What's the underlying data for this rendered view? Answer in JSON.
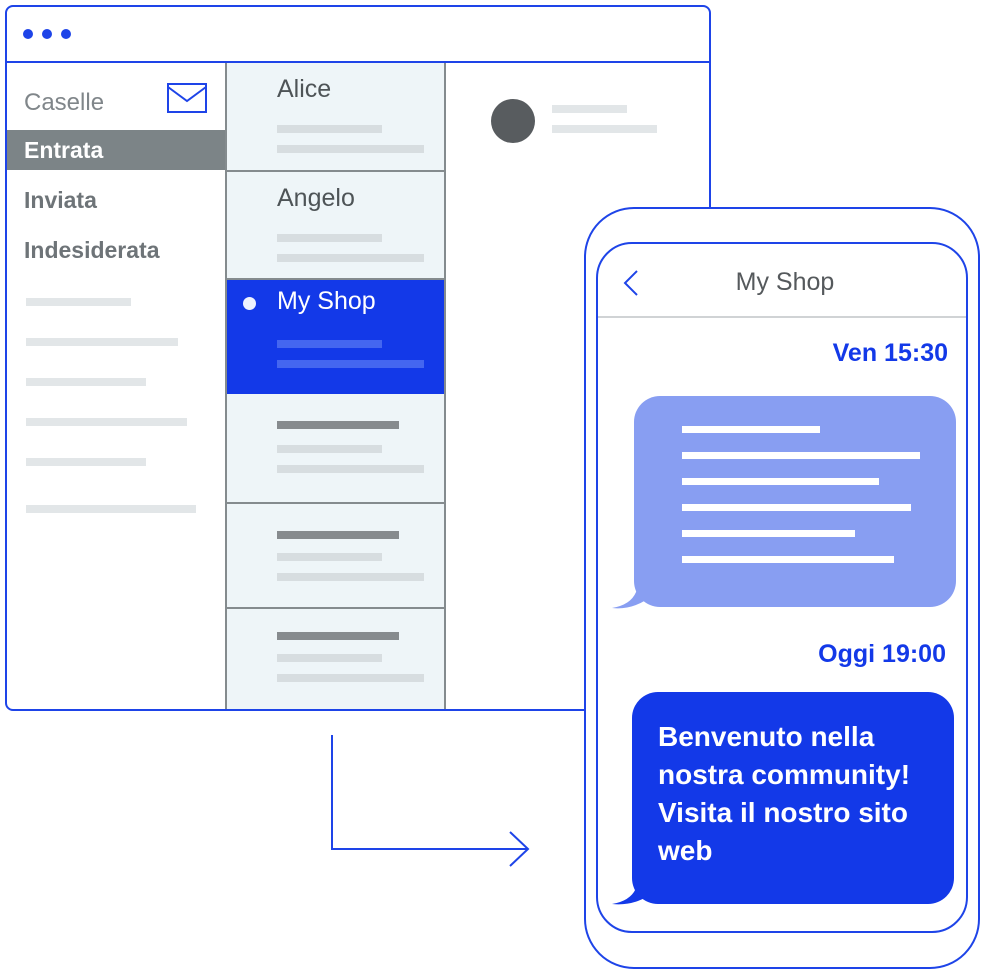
{
  "window": {
    "titlebar_dots": 3,
    "sidebar": {
      "title": "Caselle",
      "title_icon": "mail-envelope-icon",
      "items": [
        {
          "label": "Entrata",
          "active": true
        },
        {
          "label": "Inviata",
          "active": false
        },
        {
          "label": "Indesiderata",
          "active": false
        }
      ]
    },
    "message_list": [
      {
        "sender": "Alice",
        "active": false,
        "unread": false
      },
      {
        "sender": "Angelo",
        "active": false,
        "unread": false
      },
      {
        "sender": "My Shop",
        "active": true,
        "unread": true
      },
      {
        "sender": "",
        "active": false,
        "unread": false
      },
      {
        "sender": "",
        "active": false,
        "unread": false
      },
      {
        "sender": "",
        "active": false,
        "unread": false
      }
    ],
    "reading_pane": {
      "avatar_icon": "avatar-placeholder"
    }
  },
  "phone": {
    "back_icon": "chevron-left-icon",
    "title": "My Shop",
    "messages": [
      {
        "timestamp": "Ven 15:30",
        "text": "",
        "style": "placeholder"
      },
      {
        "timestamp": "Oggi 19:00",
        "text": "Benvenuto nella nostra community! Visita il nostro sito web",
        "style": "filled"
      }
    ]
  },
  "colors": {
    "accent": "#1339e8",
    "outline": "#1e44e8",
    "bubble_light": "#889ef2",
    "sidebar_active": "#7c8487",
    "list_bg": "#eef5f8"
  }
}
